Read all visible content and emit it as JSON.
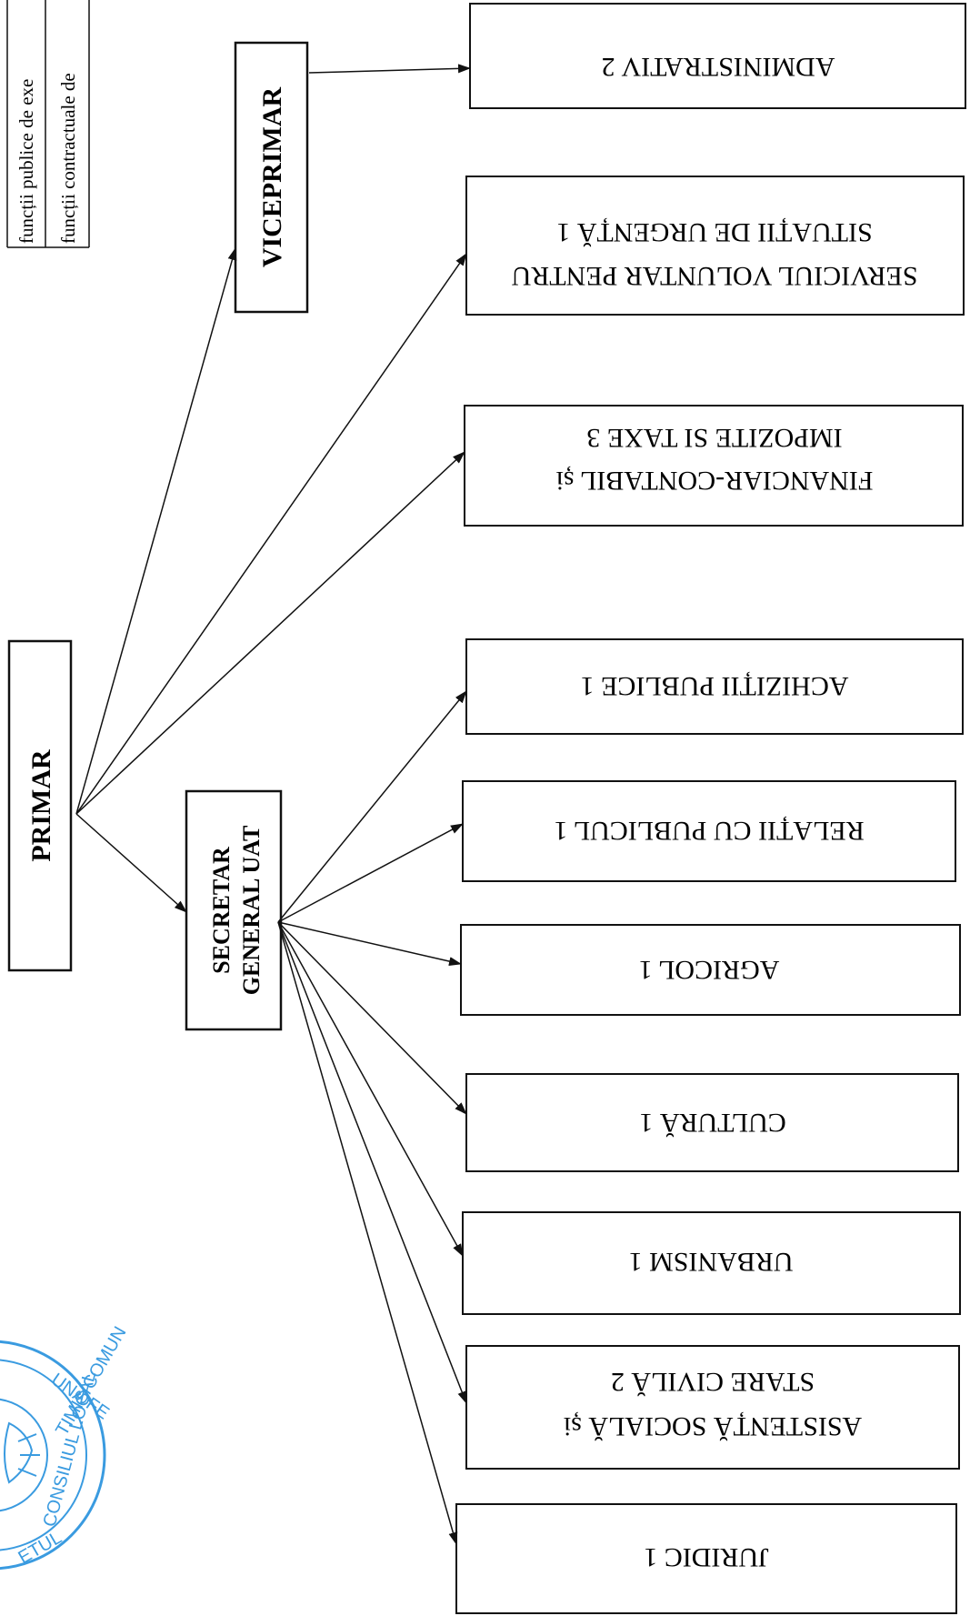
{
  "legend": {
    "rows": [
      "funcții publice de exe",
      "funcții contractuale de"
    ]
  },
  "primar": "PRIMAR",
  "viceprimar": "VICEPRIMAR",
  "secretar": {
    "line1": "SECRETAR",
    "line2": "GENERAL UAT"
  },
  "departments": {
    "administrativ": "ADMINISTRATIV 2",
    "serviciul": {
      "line1": "SERVICIUL VOLUNTAR PENTRU",
      "line2": "SITUAȚII DE URGENȚĂ 1"
    },
    "financiar": {
      "line1": "FINANCIAR-CONTABIL și",
      "line2": "IMPOZITE SI TAXE  3"
    },
    "achizitii": "ACHIZIȚII PUBLICE 1",
    "relatii": "RELAȚII CU PUBLICUL 1",
    "agricol": "AGRICOL 1",
    "cultura": "CULTURĂ  1",
    "urbanism": "URBANISM 1",
    "asistenta": {
      "line1": "ASISTENȚĂ SOCIALĂ și",
      "line2": "STARE CIVILĂ 2"
    },
    "juridic": "JURIDIC 1"
  },
  "stamp": {
    "text": "JUDEȚUL TIMIȘ COMUNA ... CONSILIUL LOCAL",
    "color": "#3a9be0"
  }
}
